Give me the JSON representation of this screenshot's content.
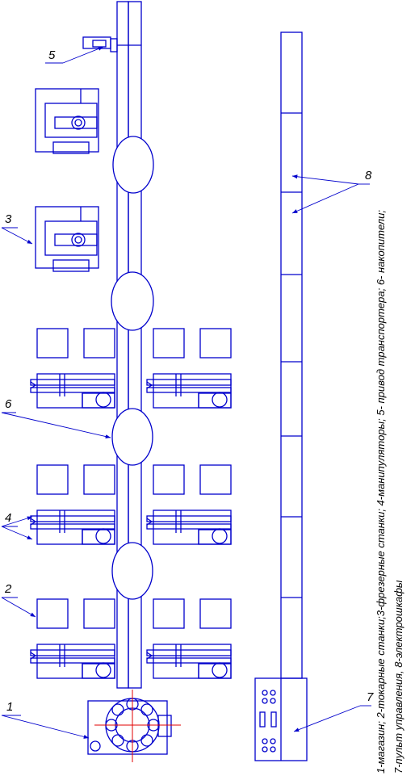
{
  "labels": {
    "l1": "1",
    "l2": "2",
    "l3": "3",
    "l4": "4",
    "l5": "5",
    "l6": "6",
    "l7": "7",
    "l8": "8"
  },
  "caption": {
    "line1": "1-магазин; 2-токарные станки;3-фрезерные станки; 4-манипуляторы; 5- привод транспортера; 6- накопители;",
    "line2": "7-пульт управления,  8-электрошкафы"
  },
  "colors": {
    "stroke": "#0000cc",
    "centerline": "#e00000",
    "text": "#000000"
  }
}
